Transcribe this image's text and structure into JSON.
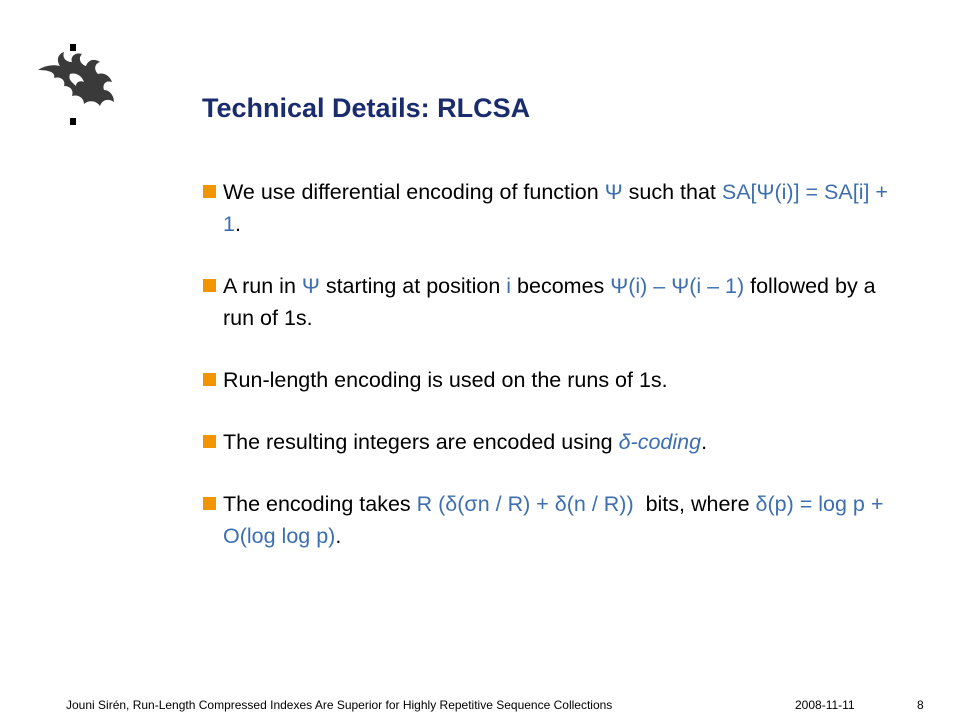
{
  "slide": {
    "title": "Technical Details: RLCSA",
    "logo_icon": "university-of-helsinki-flame-logo",
    "marker_color": "#f29400",
    "title_color": "#1a2b6e",
    "accent_blue": "#3d6fb0"
  },
  "bullets": [
    {
      "segments": [
        {
          "text": "We use differential encoding of function ",
          "color": "black"
        },
        {
          "text": "Ψ",
          "color": "blue"
        },
        {
          "text": " such that ",
          "color": "black"
        },
        {
          "text": "SA[Ψ(i)] = SA[i] + 1",
          "color": "blue"
        },
        {
          "text": ".",
          "color": "black"
        }
      ]
    },
    {
      "segments": [
        {
          "text": "A run in ",
          "color": "black"
        },
        {
          "text": "Ψ",
          "color": "blue"
        },
        {
          "text": " starting at position ",
          "color": "black"
        },
        {
          "text": "i",
          "color": "blue"
        },
        {
          "text": " becomes ",
          "color": "black"
        },
        {
          "text": "Ψ(i) – Ψ(i – 1)",
          "color": "blue"
        },
        {
          "text": " followed by a run of 1s.",
          "color": "black"
        }
      ]
    },
    {
      "segments": [
        {
          "text": "Run-length encoding is used on the runs of 1s.",
          "color": "black"
        }
      ]
    },
    {
      "segments": [
        {
          "text": "The resulting integers are encoded using ",
          "color": "black"
        },
        {
          "text": "δ-coding",
          "color": "blue-italic"
        },
        {
          "text": ".",
          "color": "black"
        }
      ]
    },
    {
      "segments": [
        {
          "text": "The encoding takes ",
          "color": "black"
        },
        {
          "text": "R (δ(σn / R) + δ(n / R))",
          "color": "blue"
        },
        {
          "text": "  bits, where ",
          "color": "black"
        },
        {
          "text": "δ(p) = log p + O(log log p)",
          "color": "blue"
        },
        {
          "text": ".",
          "color": "black"
        }
      ]
    }
  ],
  "footer": {
    "author_title": "Jouni Sirén, Run-Length Compressed Indexes Are Superior for Highly Repetitive Sequence Collections",
    "date": "2008-11-11",
    "page_number": "8"
  }
}
